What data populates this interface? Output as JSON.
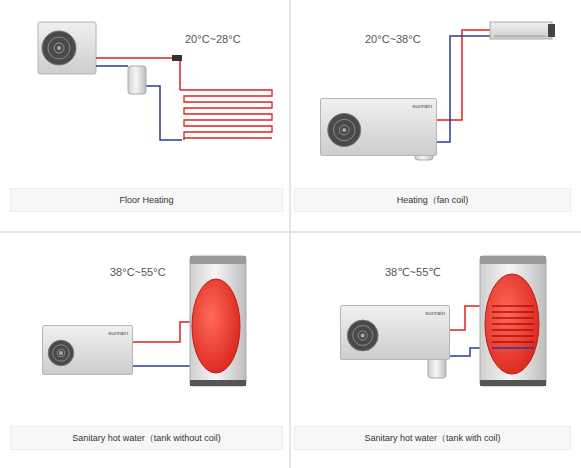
{
  "diagram": {
    "nodes": [
      {
        "text": [
          "Floor Heating"
        ]
      },
      {
        "text": [
          "sunrain"
        ]
      },
      {
        "text": [
          "Heating（fan coil)"
        ]
      },
      {
        "text": [
          "sunrain"
        ]
      },
      {
        "text": [
          "Sanitary hot water（tank without coil)"
        ]
      },
      {
        "text": [
          "sunrain"
        ]
      },
      {
        "text": [
          "Sanitary hot water（tank with coil)"
        ]
      }
    ],
    "labels": [
      "20°C~28°C",
      "20°C~38°C",
      "38°C~55°C",
      "38℃~55℃"
    ]
  }
}
